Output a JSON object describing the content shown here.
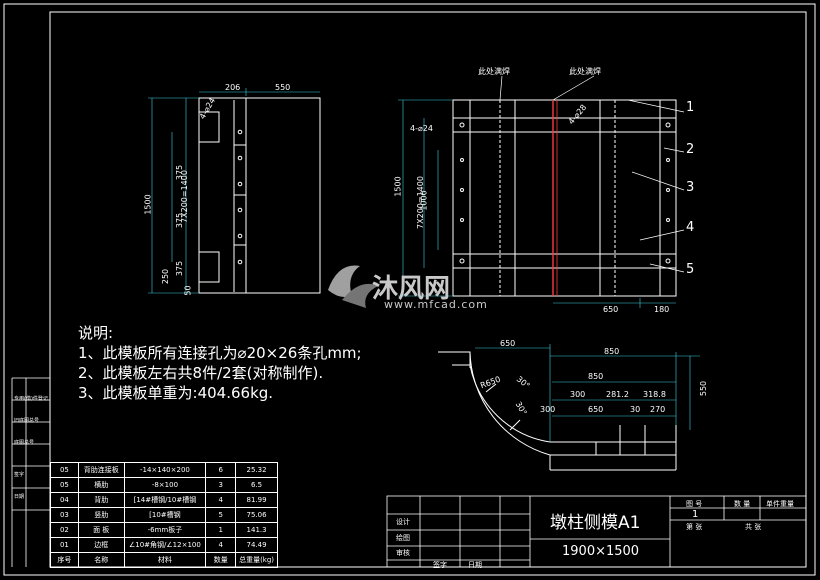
{
  "drawing": {
    "title": "墩柱侧模A1",
    "size": "1900×1500"
  },
  "notes": {
    "heading": "说明:",
    "lines": [
      "1、此模板所有连接孔为⌀20×26条孔mm;",
      "2、此模板左右共8件/2套(对称制作).",
      "3、此模板单重为:404.66kg."
    ]
  },
  "callouts": {
    "weld_a": "此处满焊",
    "weld_b": "此处满焊",
    "items": [
      "1",
      "2",
      "3",
      "4",
      "5"
    ]
  },
  "side_view_dims": {
    "top_a": "206",
    "top_b": "550",
    "overall": "1500",
    "pitch": "7X200=1400",
    "v375a": "375",
    "v375b": "375",
    "v375c": "375",
    "v250": "250",
    "v50": "50",
    "holes": "4-⌀24"
  },
  "front_view_dims": {
    "holes_a": "4-⌀24",
    "holes_b": "4-⌀28",
    "pitch": "7X200=1400",
    "height": "1000",
    "overall": "1500",
    "w650": "650",
    "w180": "180"
  },
  "plan_view_dims": {
    "d650": "650",
    "d850": "850",
    "d850b": "850",
    "d300": "300",
    "d281": "281.2",
    "d318": "318.8",
    "d300b": "300",
    "d650b": "650",
    "d30": "30",
    "d270": "270",
    "d550": "550",
    "r650": "R650",
    "a30": "30°",
    "a30b": "30°"
  },
  "parts_table": {
    "header": [
      "序号",
      "名称",
      "材料",
      "数量",
      "总重量(kg)"
    ],
    "rows": [
      [
        "05",
        "背肋连接板",
        "-14×140×200",
        "6",
        "25.32"
      ],
      [
        "05",
        "横肋",
        "-8×100",
        "3",
        "6.5"
      ],
      [
        "04",
        "背肋",
        "[14#槽钢/10#槽钢",
        "4",
        "81.99"
      ],
      [
        "03",
        "竖肋",
        "[10#槽钢",
        "5",
        "75.06"
      ],
      [
        "02",
        "面 板",
        "-6mm板子",
        "1",
        "141.3"
      ],
      [
        "01",
        "边框",
        "∠10#角钢/∠12×100",
        "4",
        "74.49"
      ]
    ]
  },
  "title_block": {
    "design": "设计",
    "draw": "绘图",
    "review": "审核",
    "sign": "签字",
    "date": "日期",
    "fig_no": "图 号",
    "qty": "数 量",
    "unit_weight": "单件重量",
    "qty_val": "1",
    "sheet": "第 张",
    "total": "共 张"
  },
  "left_strip": [
    "专用(借)件登记",
    "旧底图总号",
    "底图总号",
    "签字",
    "日期"
  ],
  "watermark": {
    "name": "沐风网",
    "url": "www.mfcad.com"
  },
  "colors": {
    "line": "#ffffff",
    "red": "#ff3b3b",
    "cyan": "#3ad2e0",
    "bg": "#000000"
  }
}
